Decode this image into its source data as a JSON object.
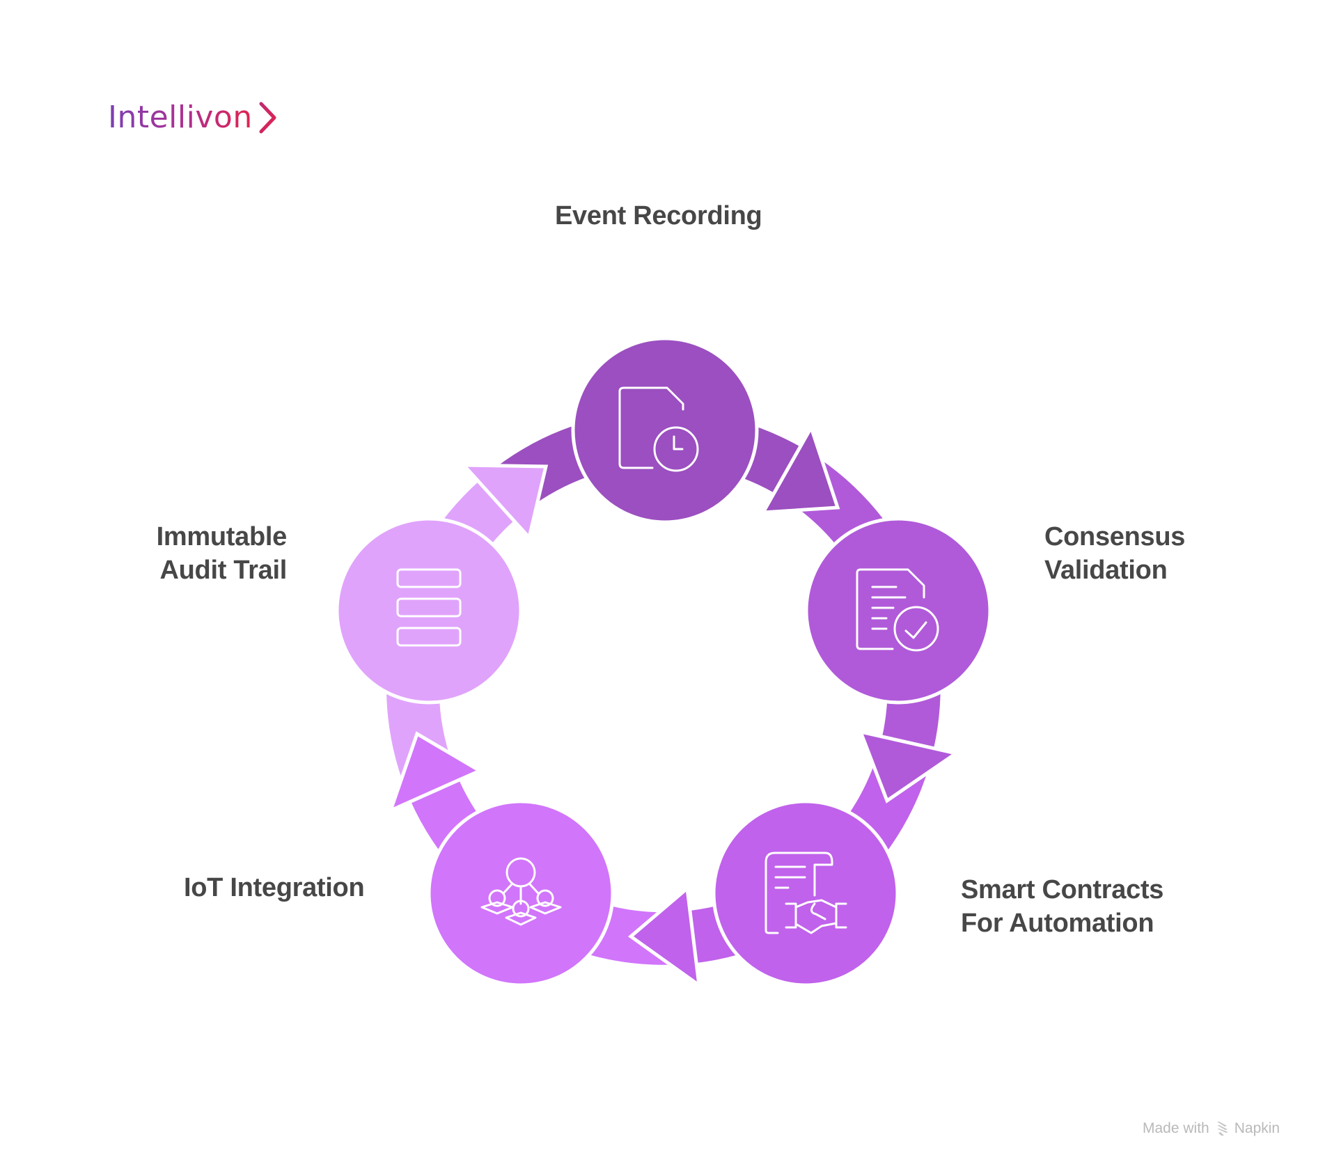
{
  "brand": {
    "name": "Intellivon",
    "gradient": [
      "#7b3fb5",
      "#e0234f"
    ]
  },
  "diagram": {
    "type": "cycle",
    "steps": [
      {
        "label_lines": [
          "Event Recording"
        ],
        "icon": "document-clock-icon",
        "color": "#9b4fc0"
      },
      {
        "label_lines": [
          "Consensus",
          "Validation"
        ],
        "icon": "document-check-icon",
        "color": "#b05ad9"
      },
      {
        "label_lines": [
          "Smart Contracts",
          "For Automation"
        ],
        "icon": "contract-handshake-icon",
        "color": "#c062eb"
      },
      {
        "label_lines": [
          "IoT Integration"
        ],
        "icon": "network-hierarchy-icon",
        "color": "#d175fb"
      },
      {
        "label_lines": [
          "Immutable",
          "Audit Trail"
        ],
        "icon": "stacked-records-icon",
        "color": "#e0a3fc"
      }
    ]
  },
  "footer": {
    "made_with": "Made with",
    "tool": "Napkin",
    "icon": "napkin-logo-icon"
  }
}
